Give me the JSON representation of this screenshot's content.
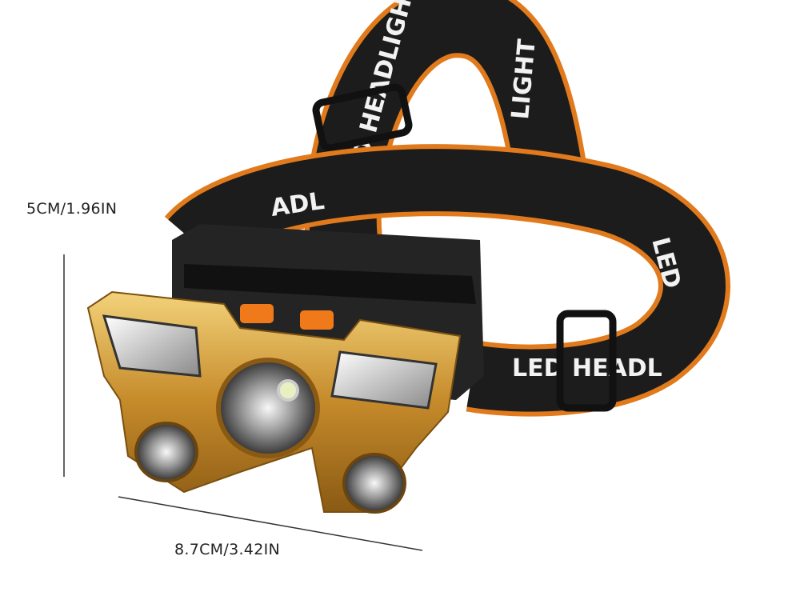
{
  "product": {
    "strap_imprint": "LED HEADLIGHT",
    "colors": {
      "strap": "#1c1c1c",
      "strap_edge": "#e07a1c",
      "frame": "#c89a3c",
      "body": "#222222",
      "buttons": "#f07a1a"
    }
  },
  "dimensions": {
    "height_label": "5CM/1.96IN",
    "width_label": "8.7CM/3.42IN"
  }
}
